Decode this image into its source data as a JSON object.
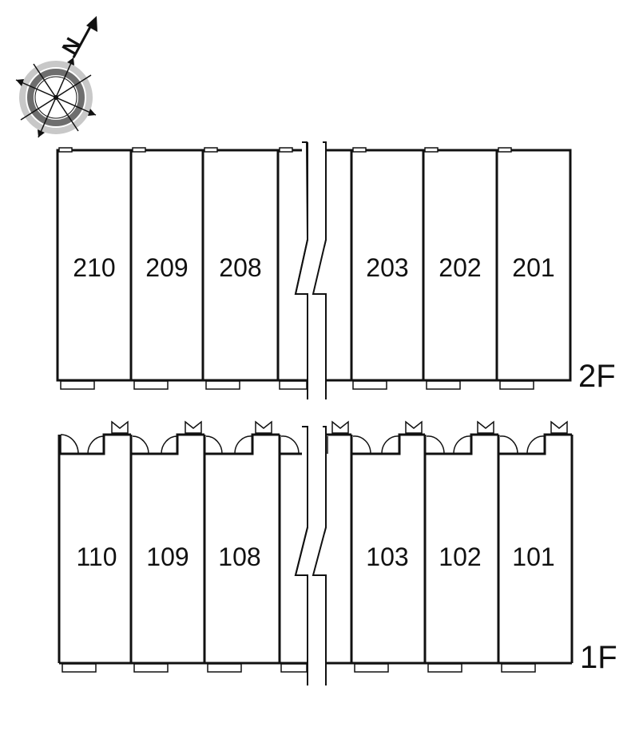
{
  "compass": {
    "north_label": "N",
    "icon": "compass-rose-icon"
  },
  "floors": [
    {
      "label": "2F",
      "units": [
        "210",
        "209",
        "208",
        "203",
        "202",
        "201"
      ]
    },
    {
      "label": "1F",
      "units": [
        "110",
        "109",
        "108",
        "103",
        "102",
        "101"
      ]
    }
  ],
  "colors": {
    "line": "#111111",
    "compass_ring_light": "#c8c8c8",
    "compass_ring_dark": "#6e6e6e"
  }
}
